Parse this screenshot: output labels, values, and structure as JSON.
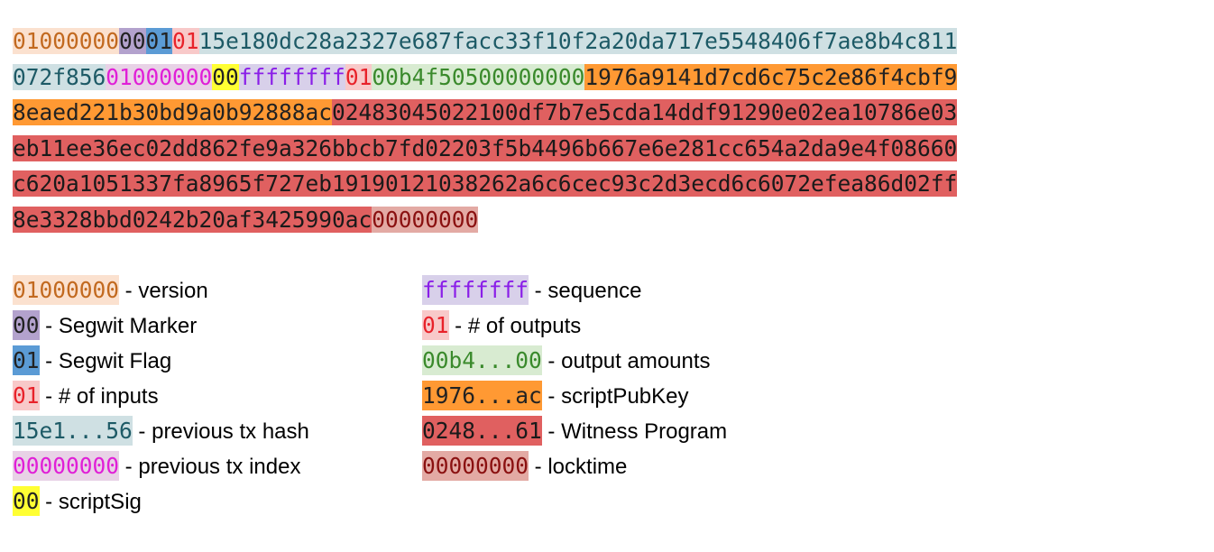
{
  "hex_segments": {
    "version": "01000000",
    "marker": "00",
    "flag": "01",
    "inputs": "01",
    "prev_hash_l1": "15e180dc28a2327e687facc33f10f2a20da717e5548406f7ae8b4c811",
    "prev_hash_l2": "072f856",
    "prev_index": "01000000",
    "script_sig": "00",
    "sequence": "ffffffff",
    "outputs": "01",
    "amount": "00b4f50500000000",
    "spk_l1": "1976a9141d7cd6c75c2e86f4cbf9",
    "spk_l2": "8eaed221b30bd9a0b92888ac",
    "wit_l1": "02483045022100df7b7e5cda14ddf91290e02ea10786e03",
    "wit_l2": "eb11ee36ec02dd862fe9a326bbcb7fd02203f5b4496b667e6e281cc654a2da9e4f08660",
    "wit_l3": "c620a1051337fa8965f727eb19190121038262a6c6cec93c2d3ecd6c6072efea86d02ff",
    "wit_l4": "8e3328bbd0242b20af3425990ac",
    "locktime": "00000000"
  },
  "legend": {
    "col1": [
      {
        "swatch": "01000000",
        "label": " - version",
        "color": "#fbe1cf"
      },
      {
        "swatch": "00",
        "label": " - Segwit Marker",
        "color": "#b3a2cd"
      },
      {
        "swatch": "01",
        "label": " - Segwit Flag",
        "color": "#5b9bd5"
      },
      {
        "swatch": "01",
        "label": " - # of inputs",
        "color": "#f8c9c9"
      },
      {
        "swatch": "15e1...56",
        "label": " - previous tx hash",
        "color": "#cfe0e3"
      },
      {
        "swatch": "00000000",
        "label": " - previous tx index",
        "color": "#e8d2e6"
      },
      {
        "swatch": "00",
        "label": " -  scriptSig",
        "color": "#ffff33"
      }
    ],
    "col2": [
      {
        "swatch": "ffffffff",
        "label": " - sequence",
        "color": "#d8d0ea"
      },
      {
        "swatch": "01",
        "label": " - # of outputs",
        "color": "#f8c9c9"
      },
      {
        "swatch": "00b4...00",
        "label": " - output amounts",
        "color": "#d8ebd1"
      },
      {
        "swatch": "1976...ac",
        "label": " - scriptPubKey",
        "color": "#ff9933"
      },
      {
        "swatch": "0248...61",
        "label": " - Witness Program",
        "color": "#e06060"
      },
      {
        "swatch": "00000000",
        "label": " - locktime",
        "color": "#e3aaa4"
      }
    ]
  }
}
